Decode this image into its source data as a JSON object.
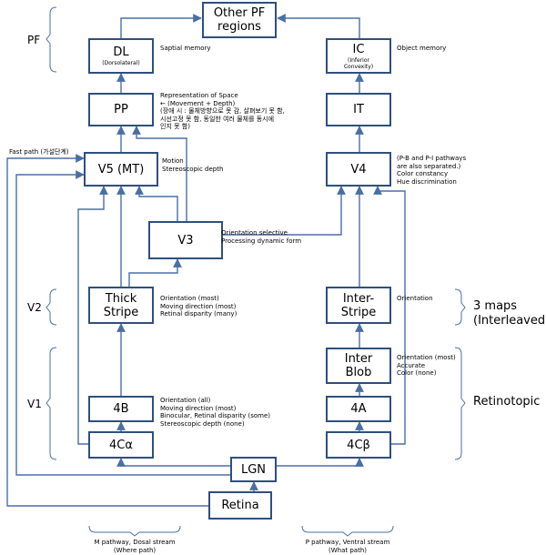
{
  "nodes": {
    "other_pf": {
      "label": "Other PF\nregions"
    },
    "dl": {
      "label": "DL",
      "sub": "(Dorsolateral)"
    },
    "ic": {
      "label": "IC",
      "sub": "(Inferior\nConvexity)"
    },
    "pp": {
      "label": "PP"
    },
    "it": {
      "label": "IT"
    },
    "v5": {
      "label": "V5 (MT)"
    },
    "v4": {
      "label": "V4"
    },
    "v3": {
      "label": "V3"
    },
    "thick": {
      "label": "Thick\nStripe"
    },
    "inter_stripe": {
      "label": "Inter-\nStripe"
    },
    "inter_blob": {
      "label": "Inter\nBlob"
    },
    "n4b": {
      "label": "4B"
    },
    "n4a": {
      "label": "4A"
    },
    "n4ca": {
      "label": "4Cα"
    },
    "n4cb": {
      "label": "4Cβ"
    },
    "lgn": {
      "label": "LGN"
    },
    "retina": {
      "label": "Retina"
    }
  },
  "notes": {
    "dl": "Saptial memory",
    "ic": "Object memory",
    "pp": "Representation of Space\n← (Movement + Depth)\n(장애 시 : 물체방향으로 못 감, 살펴보기 못 함,\n시선고정 못 함, 동일한 여러 물체를 동시에\n인지 못 함)",
    "fast_path": "Fast path (가설단계)",
    "v5": "Motion\nStereoscopic depth",
    "v4": "(P-B and P-I pathways\nare also separated.)\nColor constancy\nHue discrimination",
    "v3": "Orientation selective\nProcessing dynamic form",
    "thick": "Orientation (most)\nMoving direction (most)\nRetinal disparity (many)",
    "inter_stripe": "Orientation",
    "inter_blob": "Orientation (most)\nAccurate\nColor (none)",
    "n4b": "Orientation (all)\nMoving direction (most)\nBinocular, Retinal disparity (some)\nStereoscopic depth (none)"
  },
  "side_labels": {
    "pf": "PF",
    "v2": "V2",
    "v1": "V1"
  },
  "annotations": {
    "three_maps": "3 maps\n(Interleaved)",
    "retinotopic": "Retinotopic"
  },
  "streams": {
    "m": "M pathway, Dosal stream\n(Where path)",
    "p": "P pathway, Ventral stream\n(What path)"
  },
  "colors": {
    "box_border": "#2e4f7d",
    "line": "#4a6fa5",
    "bracket": "#4a6fa5"
  }
}
